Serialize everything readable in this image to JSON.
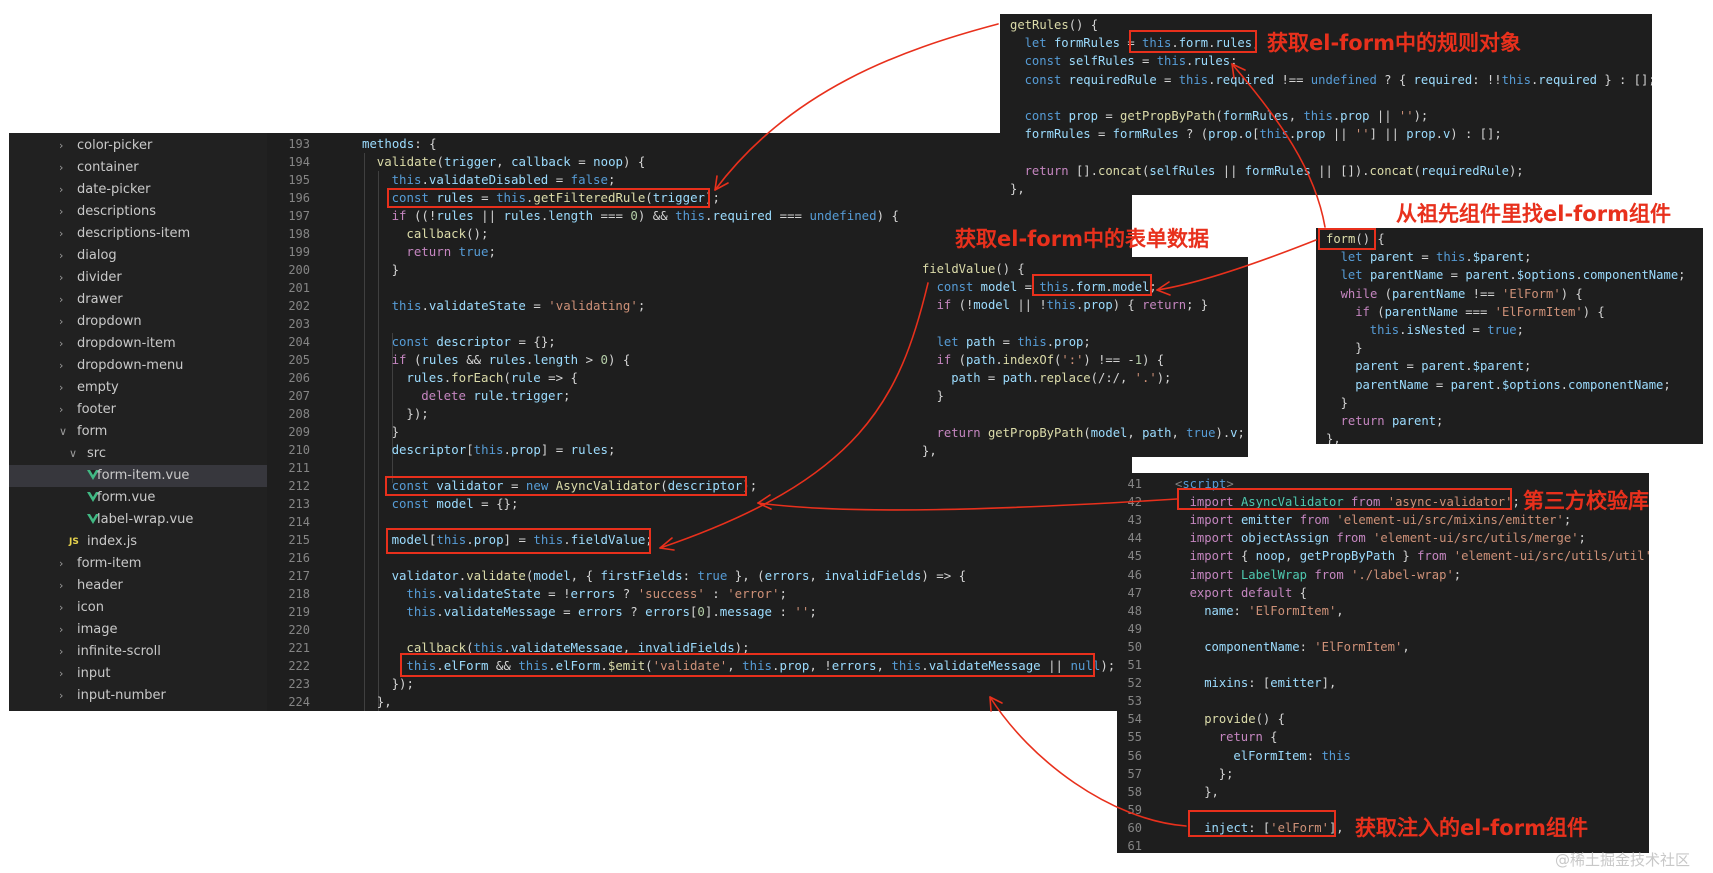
{
  "sidebar": {
    "items": [
      {
        "label": "color-picker",
        "kind": "folder",
        "open": false,
        "indent": 0
      },
      {
        "label": "container",
        "kind": "folder",
        "open": false,
        "indent": 0
      },
      {
        "label": "date-picker",
        "kind": "folder",
        "open": false,
        "indent": 0
      },
      {
        "label": "descriptions",
        "kind": "folder",
        "open": false,
        "indent": 0
      },
      {
        "label": "descriptions-item",
        "kind": "folder",
        "open": false,
        "indent": 0
      },
      {
        "label": "dialog",
        "kind": "folder",
        "open": false,
        "indent": 0
      },
      {
        "label": "divider",
        "kind": "folder",
        "open": false,
        "indent": 0
      },
      {
        "label": "drawer",
        "kind": "folder",
        "open": false,
        "indent": 0
      },
      {
        "label": "dropdown",
        "kind": "folder",
        "open": false,
        "indent": 0
      },
      {
        "label": "dropdown-item",
        "kind": "folder",
        "open": false,
        "indent": 0
      },
      {
        "label": "dropdown-menu",
        "kind": "folder",
        "open": false,
        "indent": 0
      },
      {
        "label": "empty",
        "kind": "folder",
        "open": false,
        "indent": 0
      },
      {
        "label": "footer",
        "kind": "folder",
        "open": false,
        "indent": 0
      },
      {
        "label": "form",
        "kind": "folder",
        "open": true,
        "indent": 0
      },
      {
        "label": "src",
        "kind": "folder",
        "open": true,
        "indent": 1
      },
      {
        "label": "form-item.vue",
        "kind": "vue",
        "indent": 2,
        "active": true
      },
      {
        "label": "form.vue",
        "kind": "vue",
        "indent": 2
      },
      {
        "label": "label-wrap.vue",
        "kind": "vue",
        "indent": 2
      },
      {
        "label": "index.js",
        "kind": "js",
        "indent": 1
      },
      {
        "label": "form-item",
        "kind": "folder",
        "open": false,
        "indent": 0
      },
      {
        "label": "header",
        "kind": "folder",
        "open": false,
        "indent": 0
      },
      {
        "label": "icon",
        "kind": "folder",
        "open": false,
        "indent": 0
      },
      {
        "label": "image",
        "kind": "folder",
        "open": false,
        "indent": 0
      },
      {
        "label": "infinite-scroll",
        "kind": "folder",
        "open": false,
        "indent": 0
      },
      {
        "label": "input",
        "kind": "folder",
        "open": false,
        "indent": 0
      },
      {
        "label": "input-number",
        "kind": "folder",
        "open": false,
        "indent": 0
      }
    ]
  },
  "editor": {
    "lines": [
      {
        "n": "193",
        "ind": 0,
        "code": "methods: {"
      },
      {
        "n": "194",
        "ind": 1,
        "code": "validate(trigger, callback = noop) {"
      },
      {
        "n": "195",
        "ind": 2,
        "code": "this.validateDisabled = false;"
      },
      {
        "n": "196",
        "ind": 2,
        "code": "const rules = this.getFilteredRule(trigger);"
      },
      {
        "n": "197",
        "ind": 2,
        "code": "if ((!rules || rules.length === 0) && this.required === undefined) {"
      },
      {
        "n": "198",
        "ind": 3,
        "code": "callback();"
      },
      {
        "n": "199",
        "ind": 3,
        "code": "return true;"
      },
      {
        "n": "200",
        "ind": 2,
        "code": "}"
      },
      {
        "n": "201",
        "ind": 2,
        "code": ""
      },
      {
        "n": "202",
        "ind": 2,
        "code": "this.validateState = 'validating';"
      },
      {
        "n": "203",
        "ind": 2,
        "code": ""
      },
      {
        "n": "204",
        "ind": 2,
        "code": "const descriptor = {};"
      },
      {
        "n": "205",
        "ind": 2,
        "code": "if (rules && rules.length > 0) {"
      },
      {
        "n": "206",
        "ind": 3,
        "code": "rules.forEach(rule => {"
      },
      {
        "n": "207",
        "ind": 4,
        "code": "delete rule.trigger;"
      },
      {
        "n": "208",
        "ind": 3,
        "code": "});"
      },
      {
        "n": "209",
        "ind": 2,
        "code": "}"
      },
      {
        "n": "210",
        "ind": 2,
        "code": "descriptor[this.prop] = rules;"
      },
      {
        "n": "211",
        "ind": 2,
        "code": ""
      },
      {
        "n": "212",
        "ind": 2,
        "code": "const validator = new AsyncValidator(descriptor);"
      },
      {
        "n": "213",
        "ind": 2,
        "code": "const model = {};"
      },
      {
        "n": "214",
        "ind": 2,
        "code": ""
      },
      {
        "n": "215",
        "ind": 2,
        "code": "model[this.prop] = this.fieldValue;"
      },
      {
        "n": "216",
        "ind": 2,
        "code": ""
      },
      {
        "n": "217",
        "ind": 2,
        "code": "validator.validate(model, { firstFields: true }, (errors, invalidFields) => {"
      },
      {
        "n": "218",
        "ind": 3,
        "code": "this.validateState = !errors ? 'success' : 'error';"
      },
      {
        "n": "219",
        "ind": 3,
        "code": "this.validateMessage = errors ? errors[0].message : '';"
      },
      {
        "n": "220",
        "ind": 3,
        "code": ""
      },
      {
        "n": "221",
        "ind": 3,
        "code": "callback(this.validateMessage, invalidFields);"
      },
      {
        "n": "222",
        "ind": 3,
        "code": "this.elForm && this.elForm.$emit('validate', this.prop, !errors, this.validateMessage || null);"
      },
      {
        "n": "223",
        "ind": 2,
        "code": "});"
      },
      {
        "n": "224",
        "ind": 1,
        "code": "},"
      }
    ]
  },
  "get_rules_panel": {
    "lines": [
      {
        "ind": 0,
        "code": "getRules() {"
      },
      {
        "ind": 1,
        "code": "let formRules = this.form.rules;"
      },
      {
        "ind": 1,
        "code": "const selfRules = this.rules;"
      },
      {
        "ind": 1,
        "code": "const requiredRule = this.required !== undefined ? { required: !!this.required } : [];"
      },
      {
        "ind": 1,
        "code": ""
      },
      {
        "ind": 1,
        "code": "const prop = getPropByPath(formRules, this.prop || '');"
      },
      {
        "ind": 1,
        "code": "formRules = formRules ? (prop.o[this.prop || ''] || prop.v) : [];"
      },
      {
        "ind": 1,
        "code": ""
      },
      {
        "ind": 1,
        "code": "return [].concat(selfRules || formRules || []).concat(requiredRule);"
      },
      {
        "ind": 0,
        "code": "},"
      }
    ]
  },
  "field_value_panel": {
    "lines": [
      {
        "ind": 0,
        "code": "fieldValue() {"
      },
      {
        "ind": 1,
        "code": "const model = this.form.model;"
      },
      {
        "ind": 1,
        "code": "if (!model || !this.prop) { return; }"
      },
      {
        "ind": 1,
        "code": ""
      },
      {
        "ind": 1,
        "code": "let path = this.prop;"
      },
      {
        "ind": 1,
        "code": "if (path.indexOf(':') !== -1) {"
      },
      {
        "ind": 2,
        "code": "path = path.replace(/:/, '.');"
      },
      {
        "ind": 1,
        "code": "}"
      },
      {
        "ind": 1,
        "code": ""
      },
      {
        "ind": 1,
        "code": "return getPropByPath(model, path, true).v;"
      },
      {
        "ind": 0,
        "code": "},"
      }
    ]
  },
  "form_panel": {
    "lines": [
      {
        "ind": 0,
        "code": "form() {"
      },
      {
        "ind": 1,
        "code": "let parent = this.$parent;"
      },
      {
        "ind": 1,
        "code": "let parentName = parent.$options.componentName;"
      },
      {
        "ind": 1,
        "code": "while (parentName !== 'ElForm') {"
      },
      {
        "ind": 2,
        "code": "if (parentName === 'ElFormItem') {"
      },
      {
        "ind": 3,
        "code": "this.isNested = true;"
      },
      {
        "ind": 2,
        "code": "}"
      },
      {
        "ind": 2,
        "code": "parent = parent.$parent;"
      },
      {
        "ind": 2,
        "code": "parentName = parent.$options.componentName;"
      },
      {
        "ind": 1,
        "code": "}"
      },
      {
        "ind": 1,
        "code": "return parent;"
      },
      {
        "ind": 0,
        "code": "},"
      }
    ]
  },
  "script_panel": {
    "lines": [
      {
        "n": "41",
        "ind": 0,
        "code": "<script>"
      },
      {
        "n": "42",
        "ind": 1,
        "code": "import AsyncValidator from 'async-validator';"
      },
      {
        "n": "43",
        "ind": 1,
        "code": "import emitter from 'element-ui/src/mixins/emitter';"
      },
      {
        "n": "44",
        "ind": 1,
        "code": "import objectAssign from 'element-ui/src/utils/merge';"
      },
      {
        "n": "45",
        "ind": 1,
        "code": "import { noop, getPropByPath } from 'element-ui/src/utils/util';"
      },
      {
        "n": "46",
        "ind": 1,
        "code": "import LabelWrap from './label-wrap';"
      },
      {
        "n": "47",
        "ind": 1,
        "code": "export default {"
      },
      {
        "n": "48",
        "ind": 2,
        "code": "name: 'ElFormItem',"
      },
      {
        "n": "49",
        "ind": 2,
        "code": ""
      },
      {
        "n": "50",
        "ind": 2,
        "code": "componentName: 'ElFormItem',"
      },
      {
        "n": "51",
        "ind": 2,
        "code": ""
      },
      {
        "n": "52",
        "ind": 2,
        "code": "mixins: [emitter],"
      },
      {
        "n": "53",
        "ind": 2,
        "code": ""
      },
      {
        "n": "54",
        "ind": 2,
        "code": "provide() {"
      },
      {
        "n": "55",
        "ind": 3,
        "code": "return {"
      },
      {
        "n": "56",
        "ind": 4,
        "code": "elFormItem: this"
      },
      {
        "n": "57",
        "ind": 3,
        "code": "};"
      },
      {
        "n": "58",
        "ind": 2,
        "code": "},"
      },
      {
        "n": "59",
        "ind": 2,
        "code": ""
      },
      {
        "n": "60",
        "ind": 2,
        "code": "inject: ['elForm'],"
      },
      {
        "n": "61",
        "ind": 2,
        "code": ""
      }
    ]
  },
  "annotations": {
    "get_rules": "获取el-form中的规则对象",
    "form_data": "获取el-form中的表单数据",
    "find_form": "从祖先组件里找el-form组件",
    "third_party": "第三方校验库",
    "inject_form": "获取注入的el-form组件"
  },
  "watermark": "@稀土掘金技术社区",
  "colors": {
    "annotation_red": "#e8301c",
    "editor_bg": "#1e1e1e",
    "sidebar_bg": "#212121",
    "keyword": "#569cd6",
    "string": "#ce9178",
    "function": "#dcdcaa",
    "variable": "#9cdcfe",
    "type": "#4ec9b0"
  }
}
